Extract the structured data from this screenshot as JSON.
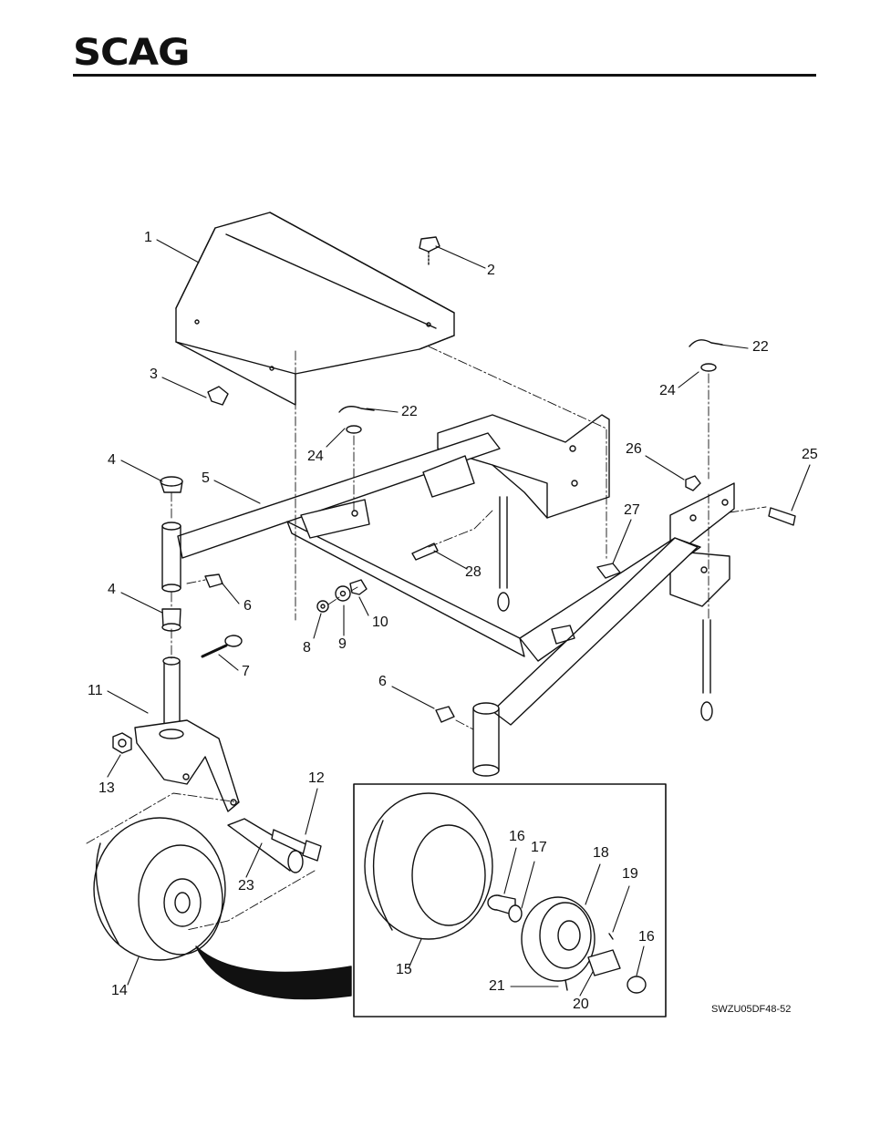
{
  "header": {
    "logo_text": "SCAG"
  },
  "figure_code": "SWZU05DF48-52",
  "callouts": [
    "1",
    "2",
    "3",
    "4",
    "5",
    "22",
    "24",
    "22",
    "24",
    "26",
    "25",
    "27",
    "28",
    "6",
    "4",
    "8",
    "9",
    "10",
    "7",
    "6",
    "11",
    "13",
    "12",
    "14",
    "23",
    "15",
    "16",
    "17",
    "18",
    "19",
    "16",
    "21",
    "20"
  ]
}
